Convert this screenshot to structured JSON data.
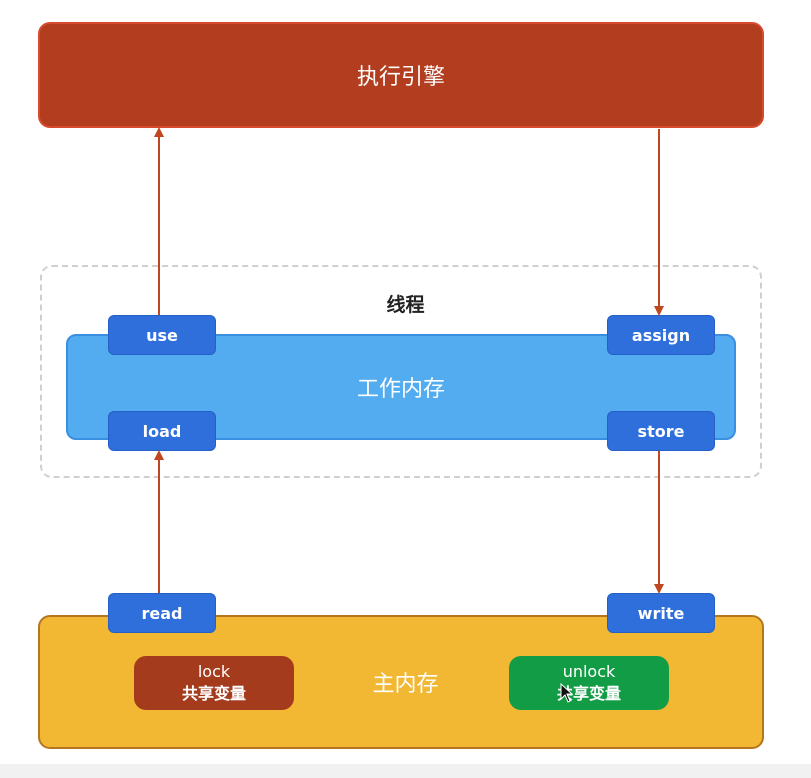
{
  "engine": {
    "label": "执行引擎"
  },
  "thread": {
    "label": "线程"
  },
  "working_memory": {
    "label": "工作内存"
  },
  "main_memory": {
    "label": "主内存"
  },
  "operations": {
    "use": "use",
    "assign": "assign",
    "load": "load",
    "store": "store",
    "read": "read",
    "write": "write"
  },
  "lock_box": {
    "title": "lock",
    "subtitle": "共享变量"
  },
  "unlock_box": {
    "title": "unlock",
    "subtitle": "共享变量"
  },
  "colors": {
    "engine": "#b23e1f",
    "working_memory": "#52acef",
    "main_memory": "#f2b833",
    "operation": "#2e6fdc",
    "lock": "#a33b1c",
    "unlock": "#129c45",
    "arrow": "#c0461f"
  }
}
